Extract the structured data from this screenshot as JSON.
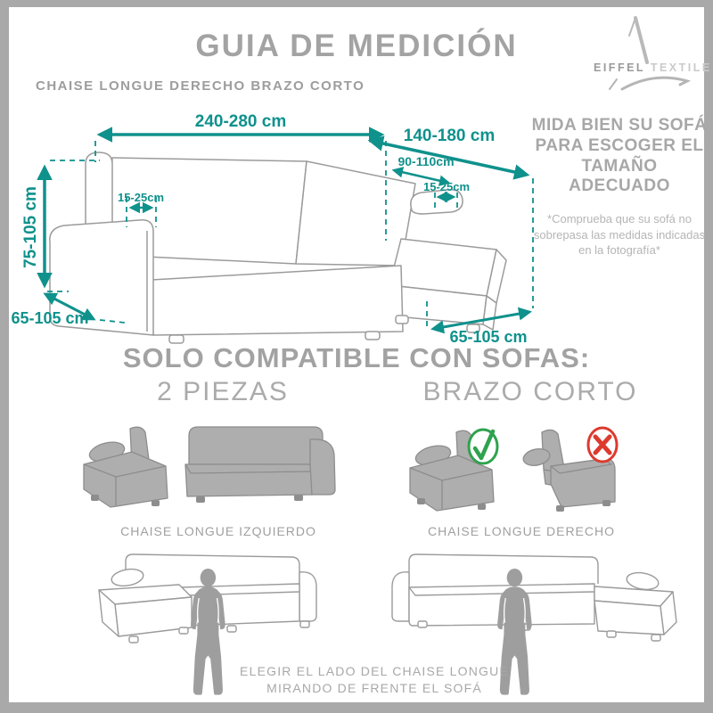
{
  "header": {
    "title": "GUIA DE MEDICIÓN",
    "subtitle": "CHAISE LONGUE DERECHO BRAZO CORTO",
    "brand": {
      "part1": "EIFFEL",
      "part2": "TEXTILE"
    }
  },
  "measurements": {
    "total_width": "240-280 cm",
    "chaise_length": "140-180 cm",
    "chaise_inner": "90-110cm",
    "arm_right": "15-25cm",
    "arm_left": "15-25cm",
    "height": "75-105 cm",
    "depth_left": "65-105 cm",
    "depth_right": "65-105 cm"
  },
  "advice": {
    "heading": "MIDA BIEN SU SOFÁ PARA ESCOGER EL TAMAÑO ADECUADO",
    "note": "*Comprueba que su sofá no sobrepasa las medidas indicadas en la fotografía*"
  },
  "compatibility": {
    "title": "SOLO COMPATIBLE CON SOFAS:",
    "left_label": "2 PIEZAS",
    "right_label": "BRAZO CORTO",
    "left_caption": "CHAISE LONGUE IZQUIERDO",
    "right_caption": "CHAISE LONGUE DERECHO"
  },
  "footer": {
    "line1": "ELEGIR EL LADO DEL CHAISE LONGUE",
    "line2": "MIRANDO DE FRENTE EL SOFÁ"
  },
  "colors": {
    "teal": "#0f918c",
    "text_gray": "#a3a3a3",
    "icon_gray": "#aeaeae",
    "outline_gray": "#9b9b9b",
    "green": "#2fa24e",
    "red": "#dd3a2e"
  }
}
